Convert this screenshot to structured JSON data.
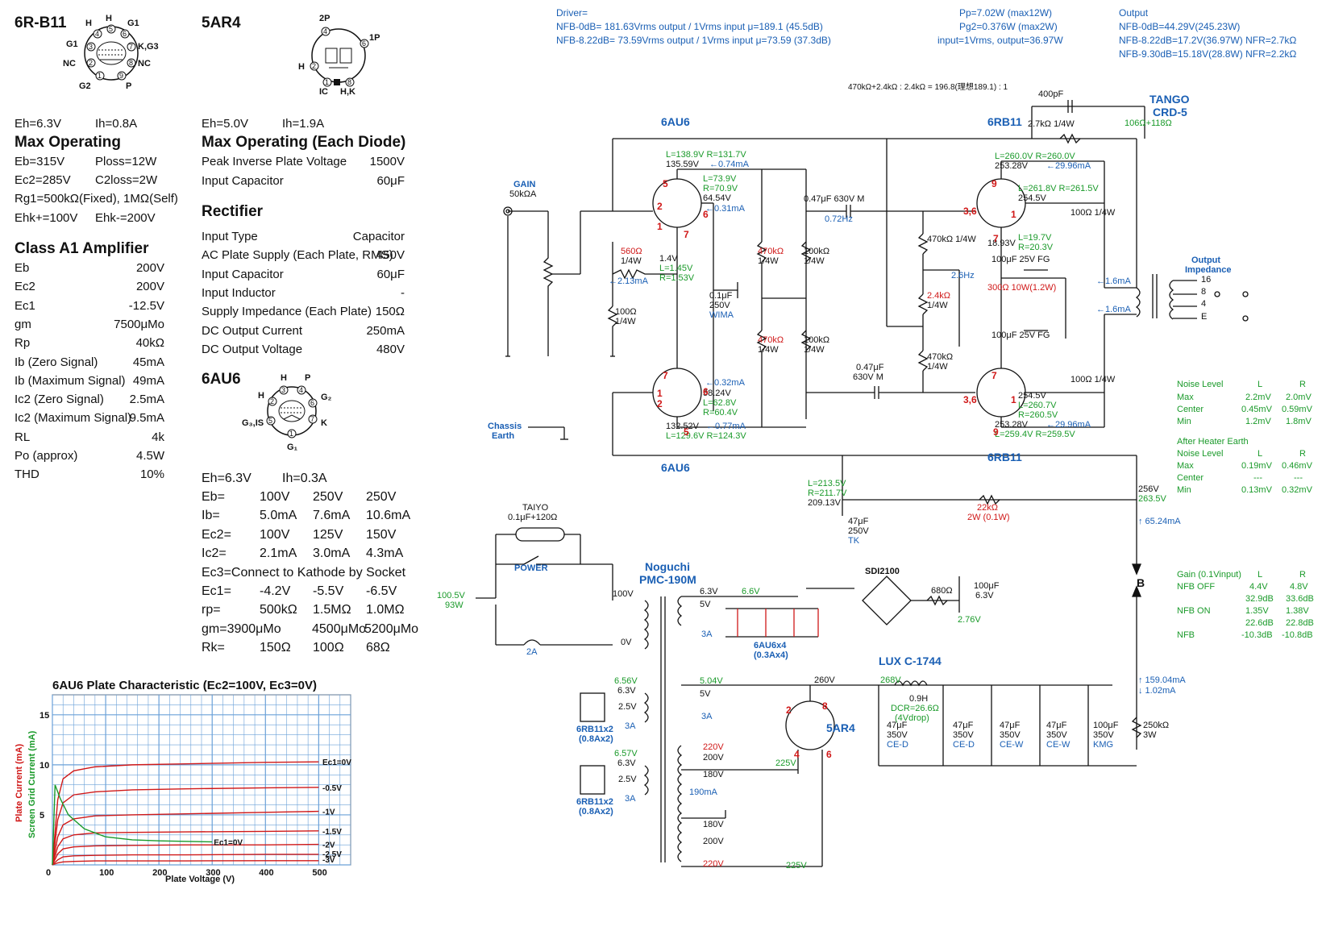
{
  "left": {
    "t6rb11": {
      "title": "6R-B11",
      "eh": "Eh=6.3V",
      "ih": "Ih=0.8A",
      "max_title": "Max Operating",
      "max": [
        [
          "Eb=315V",
          "Ploss=12W"
        ],
        [
          "Ec2=285V",
          "C2loss=2W"
        ],
        [
          "Rg1=500kΩ(Fixed), 1MΩ(Self)",
          ""
        ],
        [
          "Ehk+=100V",
          "Ehk-=200V"
        ]
      ],
      "pins": [
        "H",
        "H",
        "G1",
        "K,G3",
        "NC",
        "P",
        "G2",
        "NC",
        "G1"
      ],
      "amp_title": "Class A1 Amplifier",
      "amp": [
        [
          "Eb",
          "200V"
        ],
        [
          "Ec2",
          "200V"
        ],
        [
          "Ec1",
          "-12.5V"
        ],
        [
          "gm",
          "7500μMo"
        ],
        [
          "Rp",
          "40kΩ"
        ],
        [
          "Ib (Zero Signal)",
          "45mA"
        ],
        [
          "Ib (Maximum Signal)",
          "49mA"
        ],
        [
          "Ic2 (Zero Signal)",
          "2.5mA"
        ],
        [
          "Ic2 (Maximum Signal)",
          "9.5mA"
        ],
        [
          "RL",
          "4k"
        ],
        [
          "Po (approx)",
          "4.5W"
        ],
        [
          "THD",
          "10%"
        ]
      ]
    },
    "t5ar4": {
      "title": "5AR4",
      "eh": "Eh=5.0V",
      "ih": "Ih=1.9A",
      "max_title": "Max Operating (Each Diode)",
      "max": [
        [
          "Peak Inverse Plate Voltage",
          "1500V"
        ],
        [
          "Input Capacitor",
          "60μF"
        ]
      ],
      "pins": [
        "2P",
        "1P",
        "H",
        "IC",
        "H,K"
      ],
      "rect_title": "Rectifier",
      "rect": [
        [
          "Input Type",
          "Capacitor"
        ],
        [
          "AC Plate Supply (Each Plate, RMS)",
          "450V"
        ],
        [
          "Input Capacitor",
          "60μF"
        ],
        [
          "Input Inductor",
          "-"
        ],
        [
          "Supply Impedance (Each Plate)",
          "150Ω"
        ],
        [
          "DC Output Current",
          "250mA"
        ],
        [
          "DC Output Voltage",
          "480V"
        ]
      ]
    },
    "t6au6": {
      "title": "6AU6",
      "pins": [
        "H",
        "P",
        "H",
        "G₂",
        "G₃,IS",
        "K",
        "G₁"
      ],
      "eh": "Eh=6.3V",
      "ih": "Ih=0.3A",
      "table": [
        [
          "Eb=",
          "100V",
          "250V",
          "250V"
        ],
        [
          "Ib=",
          "5.0mA",
          "7.6mA",
          "10.6mA"
        ],
        [
          "Ec2=",
          "100V",
          "125V",
          "150V"
        ],
        [
          "Ic2=",
          "2.1mA",
          "3.0mA",
          "4.3mA"
        ],
        [
          "Ec3=Connect to Kathode by Socket",
          "",
          "",
          ""
        ],
        [
          "Ec1=",
          "-4.2V",
          "-5.5V",
          "-6.5V"
        ],
        [
          "rp=",
          "500kΩ",
          "1.5MΩ",
          "1.0MΩ"
        ],
        [
          "gm=3900μMo",
          "4500μMo",
          "5200μMo",
          ""
        ],
        [
          "Rk=",
          "150Ω",
          "100Ω",
          "68Ω"
        ]
      ]
    }
  },
  "chart_data": {
    "type": "line",
    "title": "6AU6 Plate Characteristic (Ec2=100V, Ec3=0V)",
    "xlabel": "Plate Voltage (V)",
    "ylabel": "Plate Current (mA)",
    "ylabel2": "Screen Grid Current (mA)",
    "xlim": [
      0,
      560
    ],
    "ylim": [
      0,
      17
    ],
    "xticks": [
      "0",
      "100",
      "200",
      "300",
      "400",
      "500"
    ],
    "yticks": [
      "5",
      "10",
      "15"
    ],
    "grid": true,
    "series": [
      {
        "name": "Ec1=0V",
        "color": "#d01818",
        "x": [
          0,
          10,
          20,
          40,
          80,
          150,
          250,
          400,
          500
        ],
        "y": [
          0,
          6.5,
          8.6,
          9.4,
          9.8,
          10.0,
          10.1,
          10.25,
          10.3
        ]
      },
      {
        "name": "-0.5V",
        "color": "#d01818",
        "x": [
          0,
          10,
          20,
          40,
          80,
          150,
          250,
          400,
          500
        ],
        "y": [
          0,
          4.5,
          6.2,
          7.0,
          7.3,
          7.5,
          7.6,
          7.7,
          7.75
        ]
      },
      {
        "name": "-1V",
        "color": "#d01818",
        "x": [
          0,
          10,
          20,
          40,
          80,
          150,
          250,
          400,
          500
        ],
        "y": [
          0,
          2.8,
          4.0,
          4.6,
          4.9,
          5.0,
          5.1,
          5.25,
          5.35
        ]
      },
      {
        "name": "-1.5V",
        "color": "#d01818",
        "x": [
          0,
          10,
          20,
          40,
          80,
          150,
          250,
          400,
          500
        ],
        "y": [
          0,
          1.8,
          2.6,
          3.0,
          3.2,
          3.25,
          3.3,
          3.35,
          3.4
        ]
      },
      {
        "name": "-2V",
        "color": "#d01818",
        "x": [
          0,
          10,
          20,
          40,
          80,
          150,
          250,
          400,
          500
        ],
        "y": [
          0,
          1.1,
          1.6,
          1.8,
          1.9,
          1.95,
          2.0,
          2.0,
          2.05
        ]
      },
      {
        "name": "-2.5V",
        "color": "#d01818",
        "x": [
          0,
          10,
          20,
          40,
          80,
          150,
          250,
          400,
          500
        ],
        "y": [
          0,
          0.5,
          0.8,
          0.9,
          0.95,
          1.0,
          1.0,
          1.05,
          1.05
        ]
      },
      {
        "name": "-3V",
        "color": "#d01818",
        "x": [
          0,
          10,
          20,
          40,
          80,
          150,
          250,
          400,
          500
        ],
        "y": [
          0,
          0.2,
          0.3,
          0.35,
          0.4,
          0.4,
          0.4,
          0.42,
          0.42
        ]
      },
      {
        "name": "Ec1=0V",
        "color": "#1a9a2a",
        "x": [
          0,
          5,
          15,
          30,
          60,
          100,
          150,
          200,
          300
        ],
        "y": [
          0,
          8.0,
          6.6,
          5.0,
          3.6,
          2.8,
          2.5,
          2.4,
          2.3
        ]
      }
    ]
  },
  "schematic": {
    "driver": [
      "Driver=",
      "NFB-0dB= 181.63Vrms output / 1Vrms input  μ=189.1 (45.5dB)",
      "NFB-8.22dB= 73.59Vrms output / 1Vrms input  μ=73.59 (37.3dB)"
    ],
    "power": [
      "Pp=7.02W (max12W)",
      "Pg2=0.376W (max2W)",
      "input=1Vrms, output=36.97W"
    ],
    "output": [
      "Output",
      "NFB-0dB=44.29V(245.23W)",
      "NFB-8.22dB=17.2V(36.97W) NFR=2.7kΩ",
      "NFB-9.30dB=15.18V(28.8W) NFR=2.2kΩ"
    ],
    "ratio": "470kΩ+2.4kΩ : 2.4kΩ = 196.8(理想189.1) : 1",
    "labels": {
      "au6_top": "6AU6",
      "au6_bot": "6AU6",
      "rb11_top": "6RB11",
      "rb11_bot": "6RB11",
      "tango": "TANGO",
      "crd5": "CRD-5",
      "crd5_r": "106Ω+118Ω",
      "gain": "GAIN",
      "gain_r": "50kΩA",
      "chassis": "Chassis",
      "earth": "Earth",
      "out_imp1": "Output",
      "out_imp2": "Impedance",
      "c400": "400pF",
      "r27k": "2.7kΩ 1/4W",
      "v_au6t_p": "L=138.9V  R=131.7V",
      "v_au6t_p2": "135.59V",
      "i_au6t_p": "←0.74mA",
      "v_au6t_g2": "L=73.9V",
      "v_au6t_g2b": "R=70.9V",
      "v_au6t_g2c": "64.54V",
      "i_au6t_g2": "←0.31mA",
      "c047a": "0.47μF 630V M",
      "f072": "0.72Hz",
      "r560": "560Ω",
      "r560b": "1/4W",
      "i213": "←2.13mA",
      "v14": "1.4V",
      "v145": "L=1.45V",
      "v153": "R=1.53V",
      "r100": "100Ω",
      "r100b": "1/4W",
      "c01": "0.1μF",
      "c01b": "250V",
      "c01c": "WIMA",
      "r470a": "470kΩ",
      "r470a2": "1/4W",
      "r100ka": "100kΩ",
      "r100ka2": "1/4W",
      "r470b": "470kΩ",
      "r470b2": "1/4W",
      "r100kb": "100kΩ",
      "r100kb2": "1/4W",
      "i032": "←0.32mA",
      "v5824": "58.24V",
      "v628": "L=62.8V",
      "v604": "R=60.4V",
      "v13252": "132.52V",
      "i077": "←0.77mA",
      "v1296": "L=129.6V  R=124.3V",
      "c047b": "0.47μF",
      "c047b2": "630V M",
      "r470k1": "470kΩ 1/4W",
      "r24k": "2.4kΩ",
      "r24k2": "1/4W",
      "f26": "2.6Hz",
      "r470k2": "470kΩ",
      "r470k22": "1/4W",
      "v_rbt_p": "L=260.0V  R=260.0V",
      "v_rbt_p2": "253.28V",
      "i_rbt_p": "←29.96mA",
      "v_rbt_g2": "L=261.8V  R=261.5V",
      "v_rbt_g2b": "254.5V",
      "r100q": "100Ω 1/4W",
      "v1893": "18.93V",
      "v197": "L=19.7V",
      "v203": "R=20.3V",
      "c100a": "100μF 25V FG",
      "r300": "300Ω 10W(1.2W)",
      "c100b": "100μF 25V FG",
      "i16a": "←1.6mA",
      "i16b": "←1.6mA",
      "v_rbb_g2": "254.5V",
      "v_rbb_g2b": "L=260.7V",
      "v_rbb_g2c": "R=260.5V",
      "r100q2": "100Ω 1/4W",
      "v_rbb_p": "253.28V",
      "i_rbb_p": "←29.96mA",
      "v_rbb_p2": "L=259.4V  R=259.5V",
      "tap16": "16",
      "tap8": "8",
      "tap4": "4",
      "tapE": "E",
      "vA1": "L=213.5V",
      "vA2": "R=211.7V",
      "vA3": "209.13V",
      "c47tk": "47μF",
      "c47tk2": "250V",
      "c47tk3": "TK",
      "r22k": "22kΩ",
      "r22k2": "2W (0.1W)",
      "v256": "256V",
      "v2635": "263.5V",
      "i6524": "↑ 65.24mA",
      "nodeB": "B",
      "taiyo": "TAIYO",
      "taiyo2": "0.1μF+120Ω",
      "power": "POWER",
      "noguchi": "Noguchi",
      "pmc": "PMC-190M",
      "ac1005": "100.5V",
      "ac93": "93W",
      "fuse": "2A",
      "v100": "100V",
      "v0": "0V",
      "h63": "6.3V",
      "h66": "6.6V",
      "h5v": "5V",
      "h3a": "3A",
      "au6x4": "6AU6x4",
      "au6x4b": "(0.3Ax4)",
      "sdi": "SDI2100",
      "r680": "680Ω",
      "c100c": "100μF",
      "c100c2": "6.3V",
      "v276": "2.76V",
      "lux": "LUX C-1744",
      "ind09": "0.9H",
      "dcr": "DCR=26.6Ω",
      "dcr2": "(4Vdrop)",
      "h504": "5.04V",
      "h5v2": "5V",
      "h3a2": "3A",
      "v260": "260V",
      "v268": "268V",
      "ar4": "5AR4",
      "v225a": "225V",
      "v225b": "225V",
      "h656": "6.56V",
      "h63b": "6.3V",
      "h25": "2.5V",
      "h3ab": "3A",
      "rb11x2": "6RB11x2",
      "rb11x2b": "(0.8Ax2)",
      "h657": "6.57V",
      "h63c": "6.3V",
      "h25b": "2.5V",
      "h3ac": "3A",
      "rb11x2c": "6RB11x2",
      "rb11x2d": "(0.8Ax2)",
      "t220a": "220V",
      "t200a": "200V",
      "t180a": "180V",
      "i190": "190mA",
      "t180b": "180V",
      "t200b": "200V",
      "t220b": "220V",
      "c47a": "47μF",
      "c47a2": "350V",
      "c47a3": "CE-D",
      "c47b": "47μF",
      "c47b2": "350V",
      "c47b3": "CE-D",
      "c47c": "47μF",
      "c47c2": "350V",
      "c47c3": "CE-W",
      "c47d": "47μF",
      "c47d2": "350V",
      "c47d3": "CE-W",
      "c100d": "100μF",
      "c100d2": "350V",
      "c100d3": "KMG",
      "r250k": "250kΩ",
      "r250k2": "3W",
      "i15904": "↑ 159.04mA",
      "i102": "↓ 1.02mA"
    },
    "noise": {
      "title": "Noise Level",
      "L": "L",
      "R": "R",
      "rows": [
        [
          "Max",
          "2.2mV",
          "2.0mV"
        ],
        [
          "Center",
          "0.45mV",
          "0.59mV"
        ],
        [
          "Min",
          "1.2mV",
          "1.8mV"
        ]
      ],
      "title2": "After Heater Earth",
      "title3": "Noise Level",
      "L2": "L",
      "R2": "R",
      "rows2": [
        [
          "Max",
          "0.19mV",
          "0.46mV"
        ],
        [
          "Center",
          "---",
          "---"
        ],
        [
          "Min",
          "0.13mV",
          "0.32mV"
        ]
      ]
    },
    "gain_tbl": {
      "title": "Gain (0.1Vinput)",
      "L": "L",
      "R": "R",
      "rows": [
        [
          "NFB OFF",
          "4.4V",
          "4.8V"
        ],
        [
          "",
          "32.9dB",
          "33.6dB"
        ],
        [
          "NFB ON",
          "1.35V",
          "1.38V"
        ],
        [
          "",
          "22.6dB",
          "22.8dB"
        ],
        [
          "NFB",
          "-10.3dB",
          "-10.8dB"
        ]
      ]
    }
  }
}
